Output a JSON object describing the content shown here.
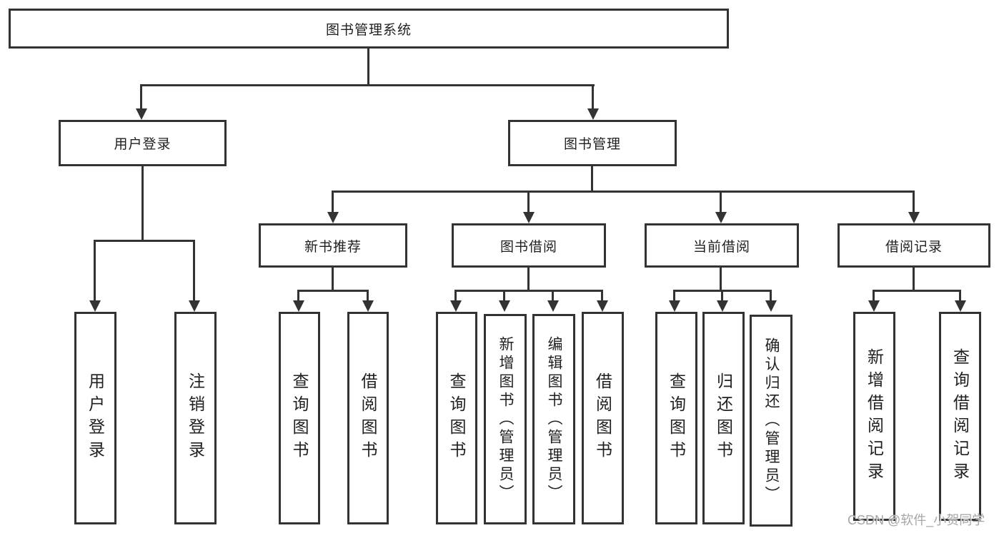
{
  "diagram": {
    "type": "hierarchy-tree",
    "root": {
      "label": "图书管理系统"
    },
    "branches": [
      {
        "label": "用户登录",
        "children": [
          {
            "label": "用户登录"
          },
          {
            "label": "注销登录"
          }
        ]
      },
      {
        "label": "图书管理",
        "children": [
          {
            "label": "新书推荐",
            "children": [
              {
                "label": "查询图书"
              },
              {
                "label": "借阅图书"
              }
            ]
          },
          {
            "label": "图书借阅",
            "children": [
              {
                "label": "查询图书"
              },
              {
                "label": "新增图书（管理员）"
              },
              {
                "label": "编辑图书（管理员）"
              },
              {
                "label": "借阅图书"
              }
            ]
          },
          {
            "label": "当前借阅",
            "children": [
              {
                "label": "查询图书"
              },
              {
                "label": "归还图书"
              },
              {
                "label": "确认归还（管理员）"
              }
            ]
          },
          {
            "label": "借阅记录",
            "children": [
              {
                "label": "新增借阅记录"
              },
              {
                "label": "查询借阅记录"
              }
            ]
          }
        ]
      }
    ]
  },
  "watermark": "CSDN @软件_小贺同学",
  "colors": {
    "line": "#333333",
    "text": "#1f1f1f",
    "background": "#ffffff",
    "watermark": "#a6a6a6"
  }
}
